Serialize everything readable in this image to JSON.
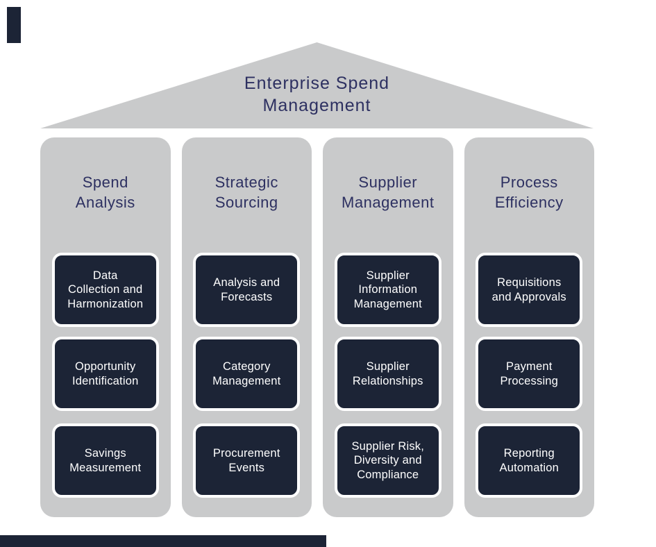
{
  "title": "Enterprise Spend\nManagement",
  "colors": {
    "pillar_gray": "#c9cacb",
    "box_navy": "#1c2436",
    "heading_navy": "#2d3061",
    "box_text": "#ffffff",
    "accent_navy": "#1c2436",
    "background": "#ffffff"
  },
  "columns": [
    {
      "heading": "Spend\nAnalysis",
      "boxes": [
        "Data\nCollection and\nHarmonization",
        "Opportunity\nIdentification",
        "Savings\nMeasurement"
      ]
    },
    {
      "heading": "Strategic\nSourcing",
      "boxes": [
        "Analysis and\nForecasts",
        "Category\nManagement",
        "Procurement\nEvents"
      ]
    },
    {
      "heading": "Supplier\nManagement",
      "boxes": [
        "Supplier\nInformation\nManagement",
        "Supplier\nRelationships",
        "Supplier Risk,\nDiversity and\nCompliance"
      ]
    },
    {
      "heading": "Process\nEfficiency",
      "boxes": [
        "Requisitions\nand Approvals",
        "Payment\nProcessing",
        "Reporting\nAutomation"
      ]
    }
  ]
}
